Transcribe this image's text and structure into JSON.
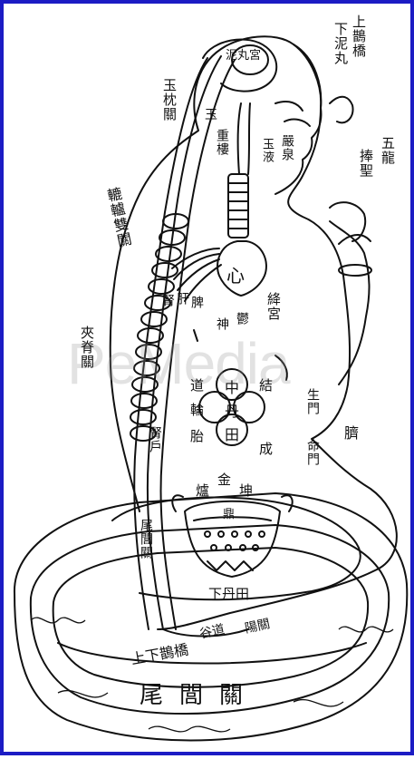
{
  "watermark": "PeMedia",
  "labels": {
    "top_right": "上鵲橋",
    "top_right_2": "下泥丸",
    "skull": "泥丸宮",
    "spine_top": "玉枕關",
    "jade": "玉",
    "throat": "重樓",
    "tongue": "玉液",
    "nose": "嚴泉",
    "eye": "五龍",
    "hands": "捧聖",
    "spine_mid": "轆轤雙關",
    "spine_low": "夾脊關",
    "heart": "心",
    "organs_1": "脾",
    "organs_2": "肝",
    "organs_3": "腎",
    "organs_4": "神",
    "organs_5": "鬱",
    "organs_6": "絳宮",
    "center_1": "中",
    "center_2": "丹",
    "center_3": "田",
    "center_4": "道",
    "center_5": "輪",
    "center_6": "胎",
    "center_7": "結",
    "center_8": "成",
    "right_1": "生門",
    "right_2": "命門",
    "right_3": "臍",
    "lower_1": "金",
    "lower_2": "坤",
    "lower_3": "爐",
    "lower_4": "鼎",
    "dantian": "下丹田",
    "wuhu": "尾閭關",
    "base_1": "陽關",
    "base_2": "谷道",
    "base_3": "上下鵲橋",
    "base_4": "尾閭關",
    "kidney": "腎戶"
  }
}
